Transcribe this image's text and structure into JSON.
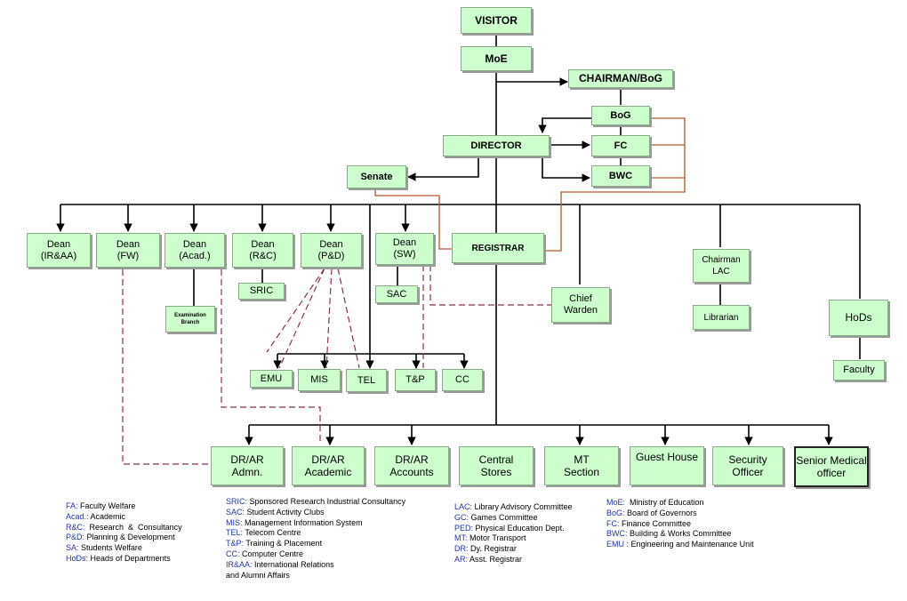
{
  "nodes": {
    "visitor": "VISITOR",
    "moe": "MoE",
    "chairman_bog": "CHAIRMAN/BoG",
    "bog": "BoG",
    "director": "DIRECTOR",
    "fc": "FC",
    "bwc": "BWC",
    "senate": "Senate",
    "registrar": "REGISTRAR",
    "dean_iraa": "Dean\n(IR&AA)",
    "dean_fw": "Dean\n(FW)",
    "dean_acad": "Dean\n(Acad.)",
    "dean_rc": "Dean\n(R&C)",
    "dean_pd": "Dean\n(P&D)",
    "dean_sw": "Dean\n(SW)",
    "sric": "SRIC",
    "sac": "SAC",
    "examination_branch": "Examination\nBranch",
    "emu": "EMU",
    "mis": "MIS",
    "tel": "TEL",
    "tp": "T&P",
    "cc": "CC",
    "chief_warden": "Chief\nWarden",
    "chairman_lac": "Chairman\nLAC",
    "librarian": "Librarian",
    "hods": "HoDs",
    "faculty": "Faculty",
    "dr_ar_admn": "DR/AR\nAdmn.",
    "dr_ar_academic": "DR/AR\nAcademic",
    "dr_ar_accounts": "DR/AR\nAccounts",
    "central_stores": "Central\nStores",
    "mt_section": "MT\nSection",
    "guest_house": "Guest House",
    "security_officer": "Security\nOfficer",
    "senior_medical_officer": "Senior Medical\nofficer"
  },
  "legend": {
    "col1": [
      {
        "k": "FA:",
        "v": "Faculty Welfare"
      },
      {
        "k": "Acad.:",
        "v": "Academic"
      },
      {
        "k": "R&C:",
        "v": "Research  &  Consultancy"
      },
      {
        "k": "P&D:",
        "v": "Planning & Development"
      },
      {
        "k": "SA:",
        "v": "Students Welfare"
      },
      {
        "k": "HoDs:",
        "v": "Heads of Departments"
      }
    ],
    "col2": [
      {
        "k": "SRIC:",
        "v": "Sponsored Research Industrial Consultancy"
      },
      {
        "k": "SAC:",
        "v": "Student Activity Clubs"
      },
      {
        "k": "MIS:",
        "v": "Management Information System"
      },
      {
        "k": "TEL:",
        "v": "Telecom Centre"
      },
      {
        "k": "T&P:",
        "v": "Training & Placement"
      },
      {
        "k": "CC:",
        "v": "Computer Centre"
      },
      {
        "k": "IR&AA:",
        "v": "International Relations"
      },
      {
        "k": "",
        "v": "and Alumni Affairs"
      }
    ],
    "col3": [
      {
        "k": "LAC:",
        "v": "Library Advisory Committee"
      },
      {
        "k": "GC:",
        "v": "Games Committee"
      },
      {
        "k": "PED:",
        "v": "Physical Education Dept."
      },
      {
        "k": "MT:",
        "v": "Motor Transport"
      },
      {
        "k": "DR:",
        "v": "Dy. Registrar"
      },
      {
        "k": "AR:",
        "v": "Asst. Registrar"
      }
    ],
    "col4": [
      {
        "k": "MoE:",
        "v": "  Ministry of Education"
      },
      {
        "k": "BoG:",
        "v": "Board of Governors"
      },
      {
        "k": "FC:",
        "v": "Finance Committee"
      },
      {
        "k": "BWC:",
        "v": "Building & Works Committee"
      },
      {
        "k": "EMU",
        "v": ": Engineering and Maintenance Unit"
      }
    ]
  },
  "colors": {
    "box_fill": "#ccffcc",
    "line": "#000000",
    "registrar_link": "#b5562a",
    "dashed_link": "#8b2f55",
    "legend_key": "#2233aa"
  }
}
